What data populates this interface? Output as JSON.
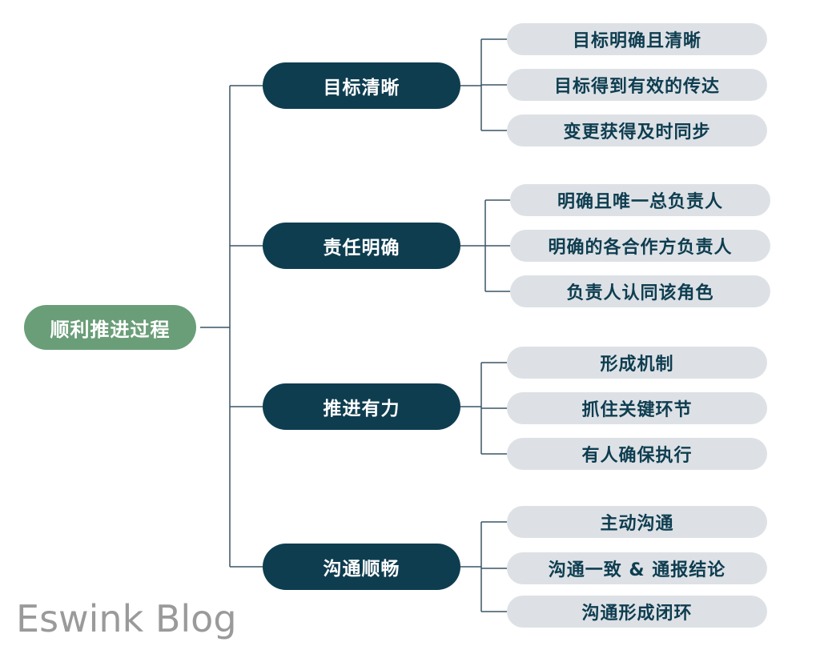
{
  "colors": {
    "root_bg": "#6a9e78",
    "level1_bg": "#0e3d50",
    "level2_bg": "#dde1e5",
    "level2_text": "#0e3d50",
    "line": "#3a5566"
  },
  "mindmap": {
    "root": {
      "label": "顺利推进过程"
    },
    "branches": [
      {
        "label": "目标清晰",
        "children": [
          "目标明确且清晰",
          "目标得到有效的传达",
          "变更获得及时同步"
        ]
      },
      {
        "label": "责任明确",
        "children": [
          "明确且唯一总负责人",
          "明确的各合作方负责人",
          "负责人认同该角色"
        ]
      },
      {
        "label": "推进有力",
        "children": [
          "形成机制",
          "抓住关键环节",
          "有人确保执行"
        ]
      },
      {
        "label": "沟通顺畅",
        "children": [
          "主动沟通",
          "沟通一致 & 通报结论",
          "沟通形成闭环"
        ]
      }
    ]
  },
  "watermark": {
    "text": "Eswink Blog"
  }
}
